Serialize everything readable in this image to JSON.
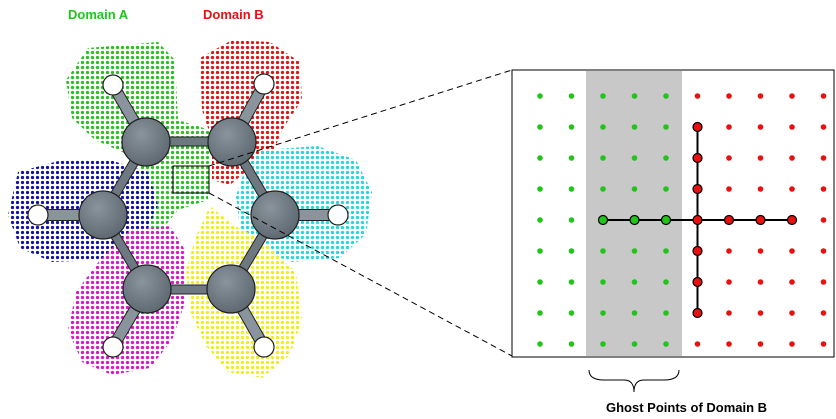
{
  "labels": {
    "domain_a": "Domain A",
    "domain_b": "Domain B",
    "ghost_caption": "Ghost Points of Domain B"
  },
  "colors": {
    "domain_a": "#22c41a",
    "domain_b": "#e81010",
    "domain_c": "#1010b0",
    "domain_d": "#20d8e0",
    "domain_e": "#e010d0",
    "domain_f": "#f0f010",
    "carbon": "#6e7880",
    "hydrogen": "#ffffff",
    "ghost_region": "#c8c8c8",
    "stencil": "#000000"
  },
  "atoms": {
    "carbon_count": 6,
    "hydrogen_count": 6,
    "domain_count": 6
  },
  "zoom_grid": {
    "columns": 10,
    "rows": 9,
    "green_columns": 5,
    "ghost_columns": 3,
    "stencil_reach": 3
  }
}
